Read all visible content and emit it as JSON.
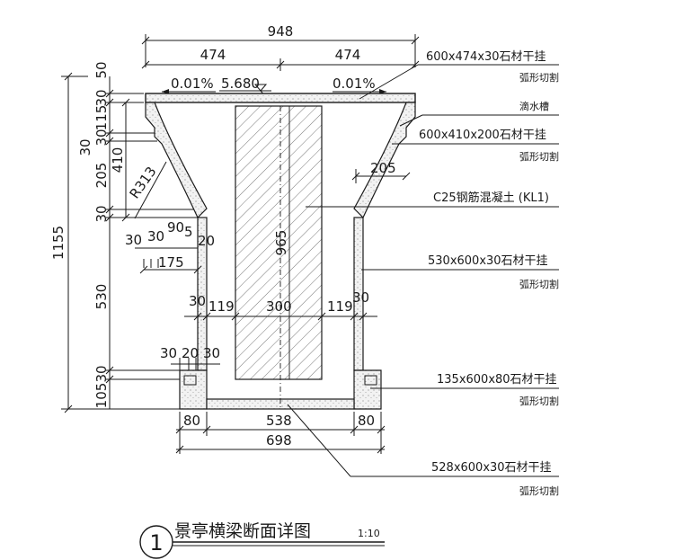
{
  "drawing": {
    "title": "景亭横梁断面详图",
    "scale": "1:10",
    "index_number": "1",
    "dimensions": {
      "top_total": "948",
      "top_left": "474",
      "top_right": "474",
      "slope_left": "0.01%",
      "slope_right": "0.01%",
      "elevation": "5.680",
      "left_total": "1155",
      "left_50": "50",
      "left_30a": "30",
      "left_115": "115",
      "left_30b": "30",
      "left_30c": "30",
      "left_410": "410",
      "left_205": "205",
      "left_30d": "30",
      "left_530": "530",
      "left_105": "105",
      "left_30e": "30",
      "radius": "R313",
      "ledge_30a": "30",
      "ledge_30b": "30",
      "ledge_90": "90",
      "ledge_5": "5",
      "ledge_20": "20",
      "ledge_175": "175",
      "mid_30_left": "30",
      "mid_119_left": "119",
      "mid_300": "300",
      "mid_119_right": "119",
      "mid_30_right": "30",
      "core_965": "965",
      "inner_205": "205",
      "low_30a": "30",
      "low_20": "20",
      "low_30b": "30",
      "bottom_80_left": "80",
      "bottom_538": "538",
      "bottom_80_right": "80",
      "bottom_698": "698"
    },
    "callouts": [
      {
        "main": "600x474x30石材干挂",
        "sub": "弧形切割"
      },
      {
        "main": "滴水槽",
        "sub": ""
      },
      {
        "main": "600x410x200石材干挂",
        "sub": "弧形切割"
      },
      {
        "main": "C25钢筋混凝土 (KL1)",
        "sub": ""
      },
      {
        "main": "530x600x30石材干挂",
        "sub": "弧形切割"
      },
      {
        "main": "135x600x80石材干挂",
        "sub": "弧形切割"
      },
      {
        "main": "528x600x30石材干挂",
        "sub": "弧形切割"
      }
    ]
  }
}
